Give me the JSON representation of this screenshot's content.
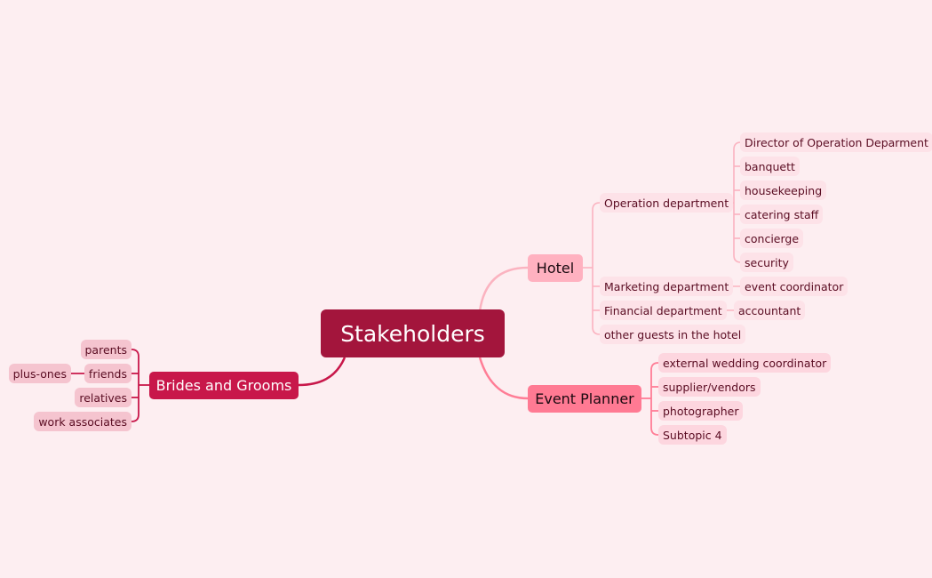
{
  "colors": {
    "background": "#fdeef1",
    "root": "#a3153c",
    "hotel": "#ffb1c0",
    "hotel_line": "#fbb3c0",
    "event_planner": "#ff7a93",
    "event_line": "#ff7d96",
    "brides": "#c8174a",
    "brides_line": "#c8174a"
  },
  "root": {
    "label": "Stakeholders"
  },
  "hotel": {
    "label": "Hotel",
    "departments": [
      {
        "label": "Operation department",
        "children": [
          "Director of Operation Deparment",
          "banquett",
          "housekeeping",
          "catering staff",
          "concierge",
          "security"
        ]
      },
      {
        "label": "Marketing department",
        "children": [
          "event coordinator"
        ]
      },
      {
        "label": "Financial department",
        "children": [
          "accountant"
        ]
      },
      {
        "label": "other guests in the hotel",
        "children": []
      }
    ]
  },
  "event_planner": {
    "label": "Event Planner",
    "children": [
      "external wedding coordinator",
      "supplier/vendors",
      "photographer",
      "Subtopic 4"
    ]
  },
  "brides": {
    "label": "Brides and Grooms",
    "children": [
      {
        "label": "parents"
      },
      {
        "label": "friends",
        "child": "plus-ones"
      },
      {
        "label": "relatives"
      },
      {
        "label": "work associates"
      }
    ]
  }
}
